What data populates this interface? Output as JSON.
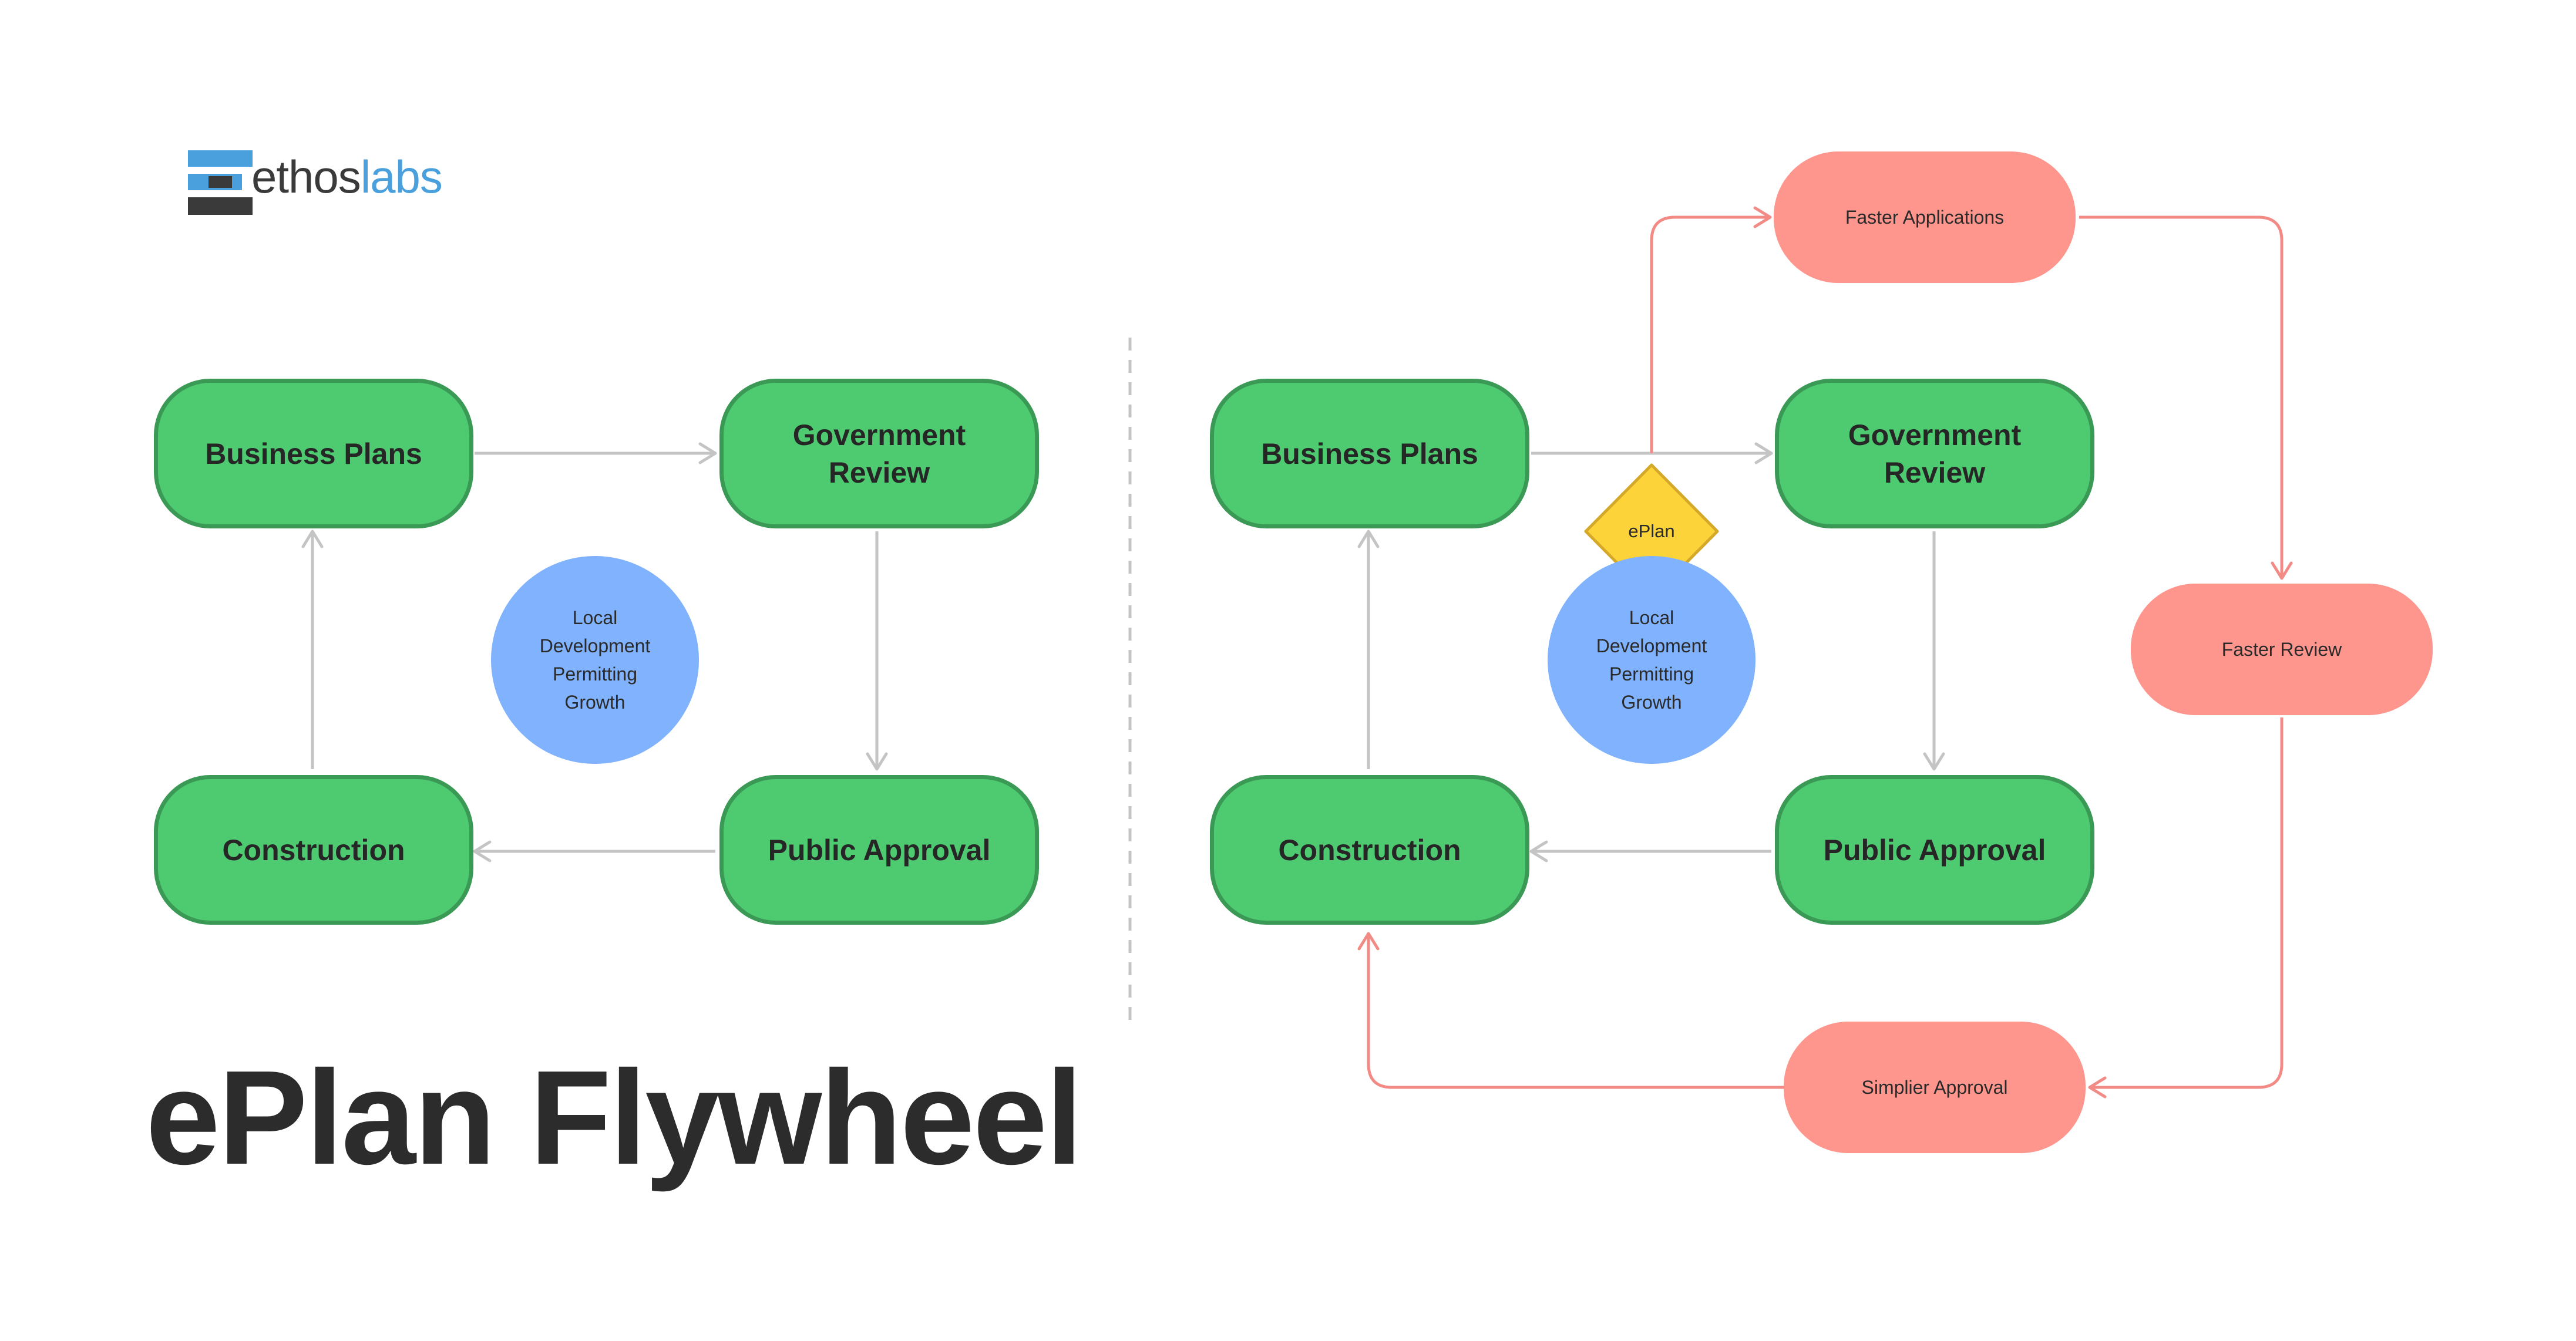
{
  "logo": {
    "part1": "ethos",
    "part2": "labs"
  },
  "title": "ePlan Flywheel",
  "colors": {
    "green": "#4ecb71",
    "green_border": "#3a9a55",
    "red": "#fe968e",
    "red_line": "#f28b86",
    "blue": "#80b2fd",
    "yellow": "#fdd33a",
    "gray_line": "#c4c4c4",
    "logo_blue": "#4aa0dc",
    "logo_dark": "#3a3a3a"
  },
  "left_diagram": {
    "business_plans": "Business Plans",
    "government_review": "Government Review",
    "public_approval": "Public Approval",
    "construction": "Construction",
    "center": [
      "Local",
      "Development",
      "Permitting",
      "Growth"
    ]
  },
  "right_diagram": {
    "business_plans": "Business Plans",
    "government_review": "Government Review",
    "public_approval": "Public Approval",
    "construction": "Construction",
    "center": [
      "Local",
      "Development",
      "Permitting",
      "Growth"
    ],
    "eplan": "ePlan",
    "faster_applications": "Faster Applications",
    "faster_review": "Faster Review",
    "simplier_approval": "Simplier Approval"
  }
}
